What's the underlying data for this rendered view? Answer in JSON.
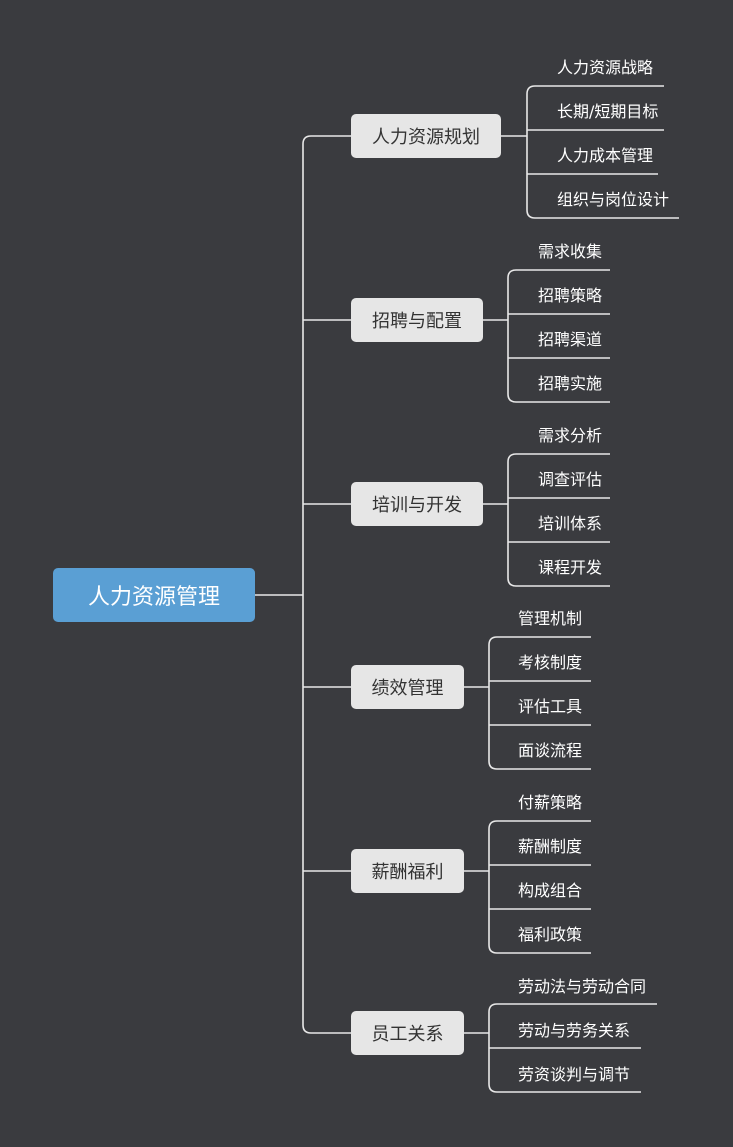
{
  "root": {
    "label": "人力资源管理"
  },
  "colors": {
    "background": "#3a3b3f",
    "root_fill": "#5a9fd4",
    "branch_fill": "#e6e6e6",
    "connector": "#e8e8e8"
  },
  "branches": [
    {
      "label": "人力资源规划",
      "children": [
        "人力资源战略",
        "长期/短期目标",
        "人力成本管理",
        "组织与岗位设计"
      ]
    },
    {
      "label": "招聘与配置",
      "children": [
        "需求收集",
        "招聘策略",
        "招聘渠道",
        "招聘实施"
      ]
    },
    {
      "label": "培训与开发",
      "children": [
        "需求分析",
        "调查评估",
        "培训体系",
        "课程开发"
      ]
    },
    {
      "label": "绩效管理",
      "children": [
        "管理机制",
        "考核制度",
        "评估工具",
        "面谈流程"
      ]
    },
    {
      "label": "薪酬福利",
      "children": [
        "付薪策略",
        "薪酬制度",
        "构成组合",
        "福利政策"
      ]
    },
    {
      "label": "员工关系",
      "children": [
        "劳动法与劳动合同",
        "劳动与劳务关系",
        "劳资谈判与调节"
      ]
    }
  ]
}
